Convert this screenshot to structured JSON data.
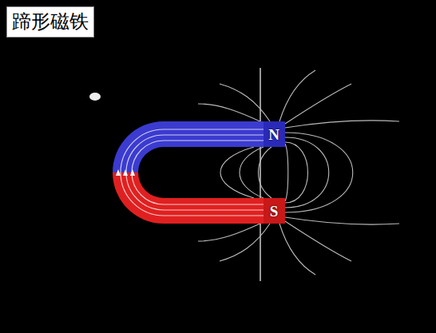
{
  "diagram": {
    "title": "蹄形磁铁",
    "labels": [
      "N",
      "S"
    ]
  }
}
